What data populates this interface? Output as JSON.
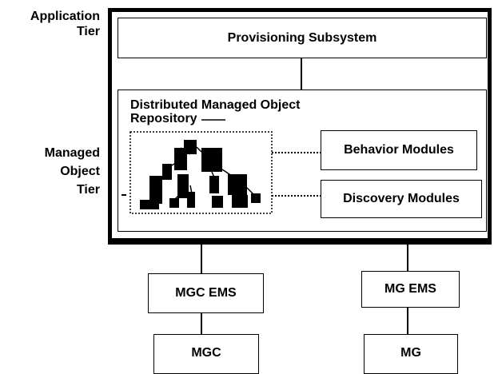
{
  "tiers": {
    "application": "Application\nTier",
    "managed_object": "Managed\nObject\nTier"
  },
  "boxes": {
    "provisioning": "Provisioning Subsystem",
    "repository": "Distributed Managed Object\nRepository",
    "behavior": "Behavior Modules",
    "discovery": "Discovery Modules",
    "mgc_ems": "MGC EMS",
    "mg_ems": "MG EMS",
    "mgc": "MGC",
    "mg": "MG"
  }
}
